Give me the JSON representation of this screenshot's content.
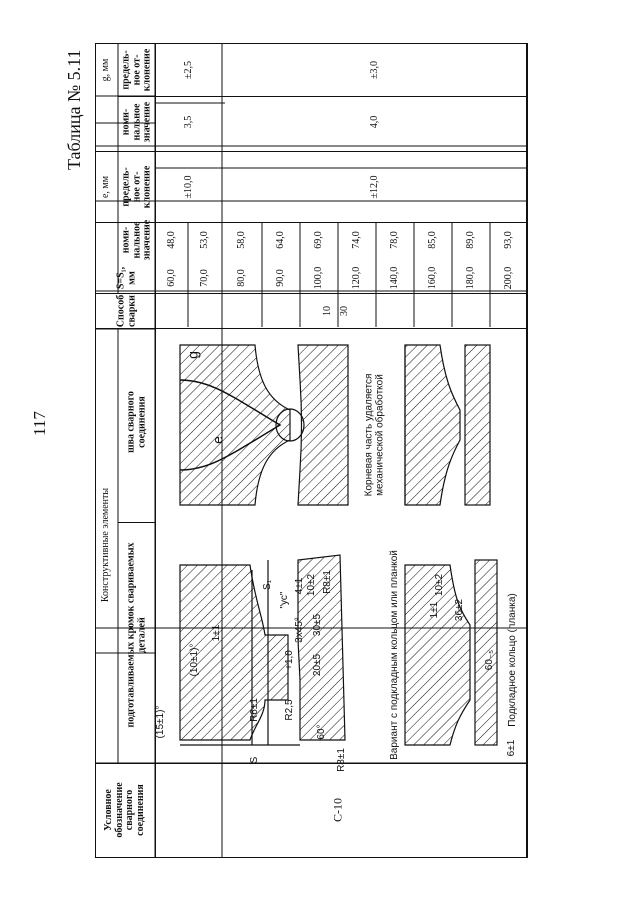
{
  "page_number": "117",
  "table_title": "Таблица № 5.11",
  "headers": {
    "designation": "Условное\nобозначение\nсварного\nсоединения",
    "structural": "Конструктивные элементы",
    "prepared_edges": "подготавливаемых кромок свариваемых\nдеталей",
    "weld_seam": "шва сварного\nсоединения",
    "method": "Способ\nсварки",
    "thickness": "S=S₁,\nмм",
    "e_mm": "e, мм",
    "g_mm": "g, мм",
    "nominal": "номи-\nнальное\nзначение",
    "deviation": "предель-\nное от-\nклонение"
  },
  "row": {
    "designation": "С-10",
    "methods": [
      "10",
      "30"
    ],
    "thickness": [
      "60,0",
      "70,0",
      "80,0",
      "90,0",
      "100,0",
      "120,0",
      "140,0",
      "160,0",
      "180,0",
      "200,0"
    ],
    "e_nominal": [
      "48,0",
      "53,0",
      "58,0",
      "64,0",
      "69,0",
      "74,0",
      "78,0",
      "85,0",
      "89,0",
      "93,0"
    ],
    "e_deviation": [
      "±10,0",
      "±12,0"
    ],
    "g_nominal": [
      "3,5",
      "4,0"
    ],
    "g_deviation": [
      "±2,5",
      "±3,0"
    ]
  },
  "drawing_labels": {
    "angle15": "(15±1)°",
    "angle10": "(10±1)°",
    "gap": "1±1",
    "r6": "R6±1",
    "r25": "R2,5",
    "r25tol": "+1,0",
    "dim20": "20±5",
    "dim30": "30±5",
    "chamfer": "3x45°",
    "yc": "\"ус\"",
    "angle60": "60°",
    "r8a": "R8±1",
    "r8b": "R8±1",
    "dim10": "10±2",
    "s": "S",
    "s1": "S₁",
    "four": "4±1",
    "variant": "Вариант с подкладным кольцом или планкой",
    "ring": "Подкладное кольцо (планка)",
    "dim36": "36±2",
    "dim60": "60₋₅",
    "dim6": "6±1",
    "dim10b": "10±2",
    "gap2": "1±1",
    "e": "e",
    "g": "g",
    "root_note": "Корневая часть удаляется\nмеханической обработкой",
    "cap_note": "Вариант с подкладным\nкольцом или планкой"
  }
}
